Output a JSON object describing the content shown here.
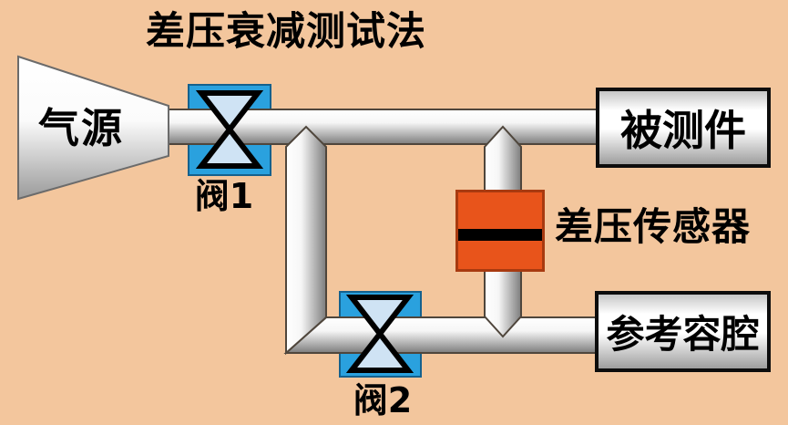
{
  "title": "差压衰减测试法",
  "diagram": {
    "gas_source": "气源",
    "valve1": "阀1",
    "valve2": "阀2",
    "sensor": "差压传感器",
    "device_under_test": "被测件",
    "reference_chamber": "参考容腔"
  },
  "colors": {
    "background": "#F3C69D",
    "valve_body_blue": "#2AA1DE",
    "valve_symbol_fill": "#CFE3F4",
    "sensor_orange": "#E8541B",
    "sensor_stripe": "#000000",
    "pipe_highlight": "#FFFFFF",
    "pipe_shadow": "#7D7D7D",
    "pipe_edge": "#4F463C",
    "box_border": "#0D0D0D",
    "text": "#000000"
  }
}
